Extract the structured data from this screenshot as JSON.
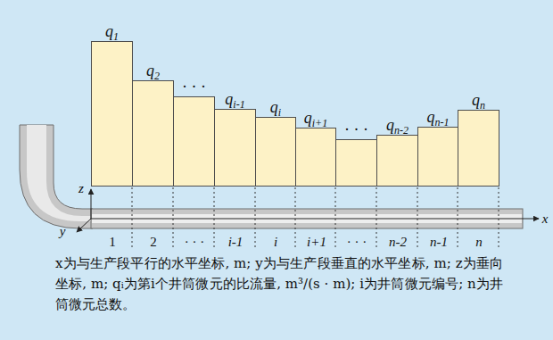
{
  "diagram": {
    "caption": "x为与生产段平行的水平坐标, m; y为与生产段垂直的水平坐标, m; z为垂向坐标, m; qᵢ为第i个井筒微元的比流量, m³/(s · m); i为井筒微元编号; n为井筒微元总数。",
    "nodes": [
      {
        "text": [
          "q1"
        ]
      },
      {
        "text": [
          "q2"
        ]
      },
      {
        "text": [
          "· · ·"
        ]
      },
      {
        "text": [
          "qi-1"
        ]
      },
      {
        "text": [
          "qi"
        ]
      },
      {
        "text": [
          "qi+1"
        ]
      },
      {
        "text": [
          "· · ·"
        ]
      },
      {
        "text": [
          "qn-2"
        ]
      },
      {
        "text": [
          "qn-1"
        ]
      },
      {
        "text": [
          "qn"
        ]
      }
    ],
    "labels": [
      "z",
      "y",
      "x",
      "1",
      "2",
      "· · ·",
      "i-1",
      "i",
      "i+1",
      "· · ·",
      "n-2",
      "n-1",
      "n"
    ]
  }
}
